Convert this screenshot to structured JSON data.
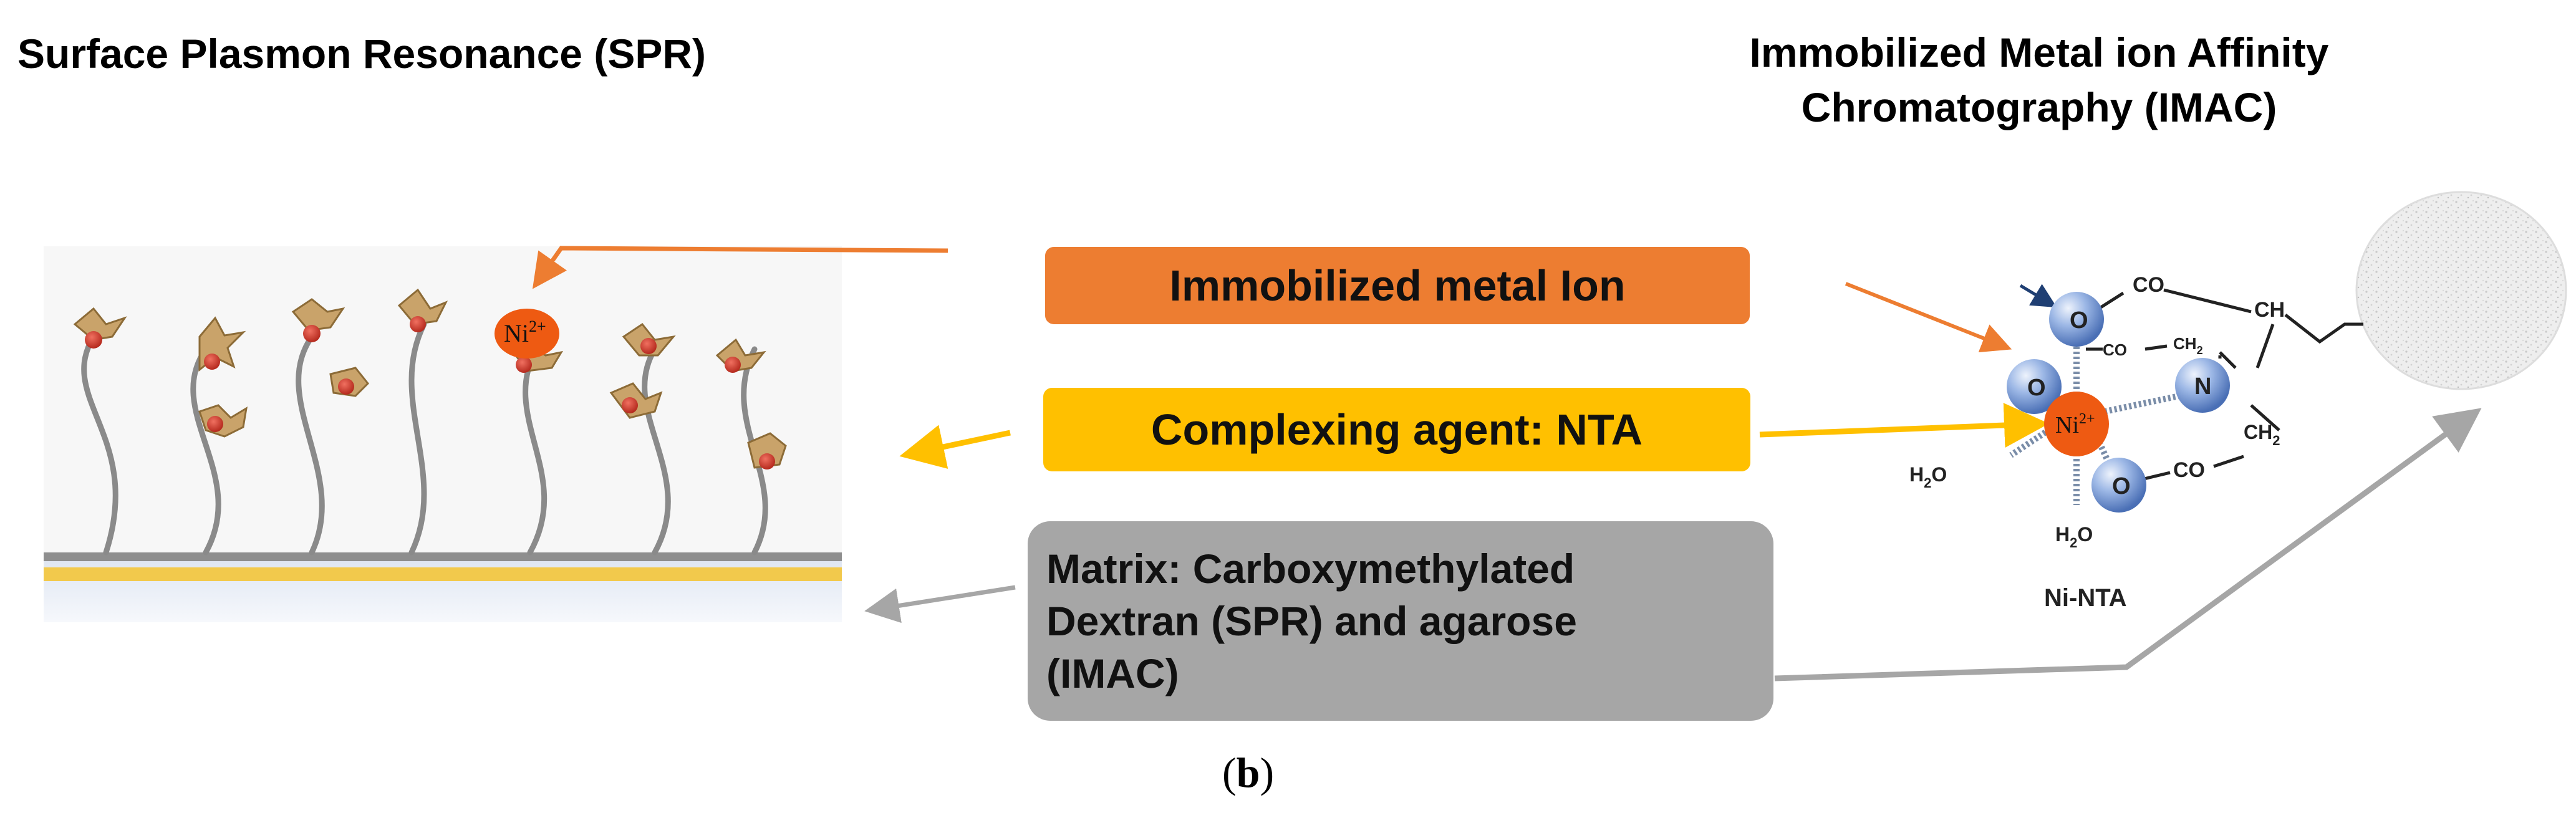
{
  "titles": {
    "spr": "Surface Plasmon Resonance (SPR)",
    "imac_line1": "Immobilized Metal ion Affinity",
    "imac_line2": "Chromatography (IMAC)"
  },
  "boxes": {
    "metal_ion": "Immobilized metal Ion",
    "complexing_agent": "Complexing agent: NTA",
    "matrix_line1": "Matrix: Carboxymethylated",
    "matrix_line2": "Dextran (SPR) and agarose",
    "matrix_line3": "(IMAC)"
  },
  "spr_illustration": {
    "metal_label": "Ni",
    "metal_charge": "2+"
  },
  "ni_nta": {
    "label": "Ni-NTA",
    "metal_label": "Ni",
    "metal_charge": "2+",
    "oxygen": "O",
    "nitrogen": "N",
    "co": "CO",
    "ch": "CH",
    "ch2": "CH",
    "h2o": "H",
    "sub2": "2",
    "o_tail": "O"
  },
  "caption": {
    "open": "(",
    "letter": "b",
    "close": ")"
  },
  "colors": {
    "orange": "#ED7D31",
    "yellow": "#FFC000",
    "gray": "#A6A6A6",
    "nickel": "#EE5A12",
    "sphere_blue": "#6E95D8",
    "gold_layer": "#F2C94C"
  }
}
